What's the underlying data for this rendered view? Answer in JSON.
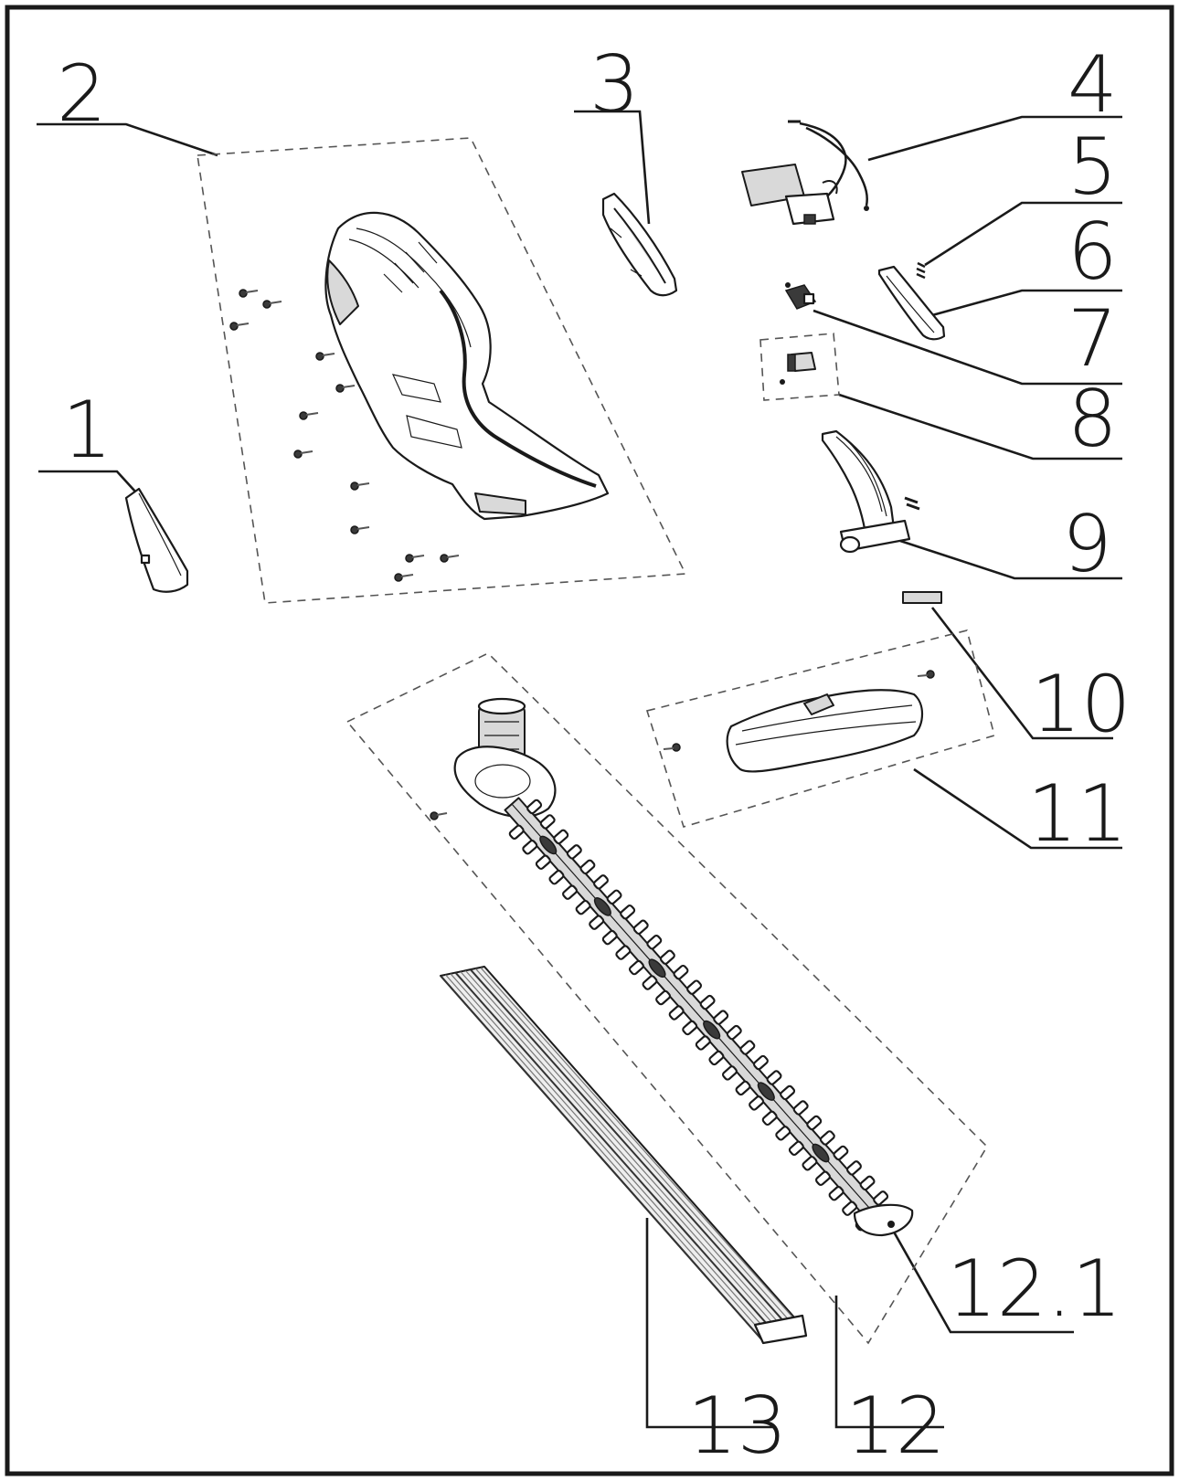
{
  "diagram": {
    "callouts": [
      {
        "id": "1",
        "label": "1"
      },
      {
        "id": "2",
        "label": "2"
      },
      {
        "id": "3",
        "label": "3"
      },
      {
        "id": "4",
        "label": "4"
      },
      {
        "id": "5",
        "label": "5"
      },
      {
        "id": "6",
        "label": "6"
      },
      {
        "id": "7",
        "label": "7"
      },
      {
        "id": "8a",
        "label": "8"
      },
      {
        "id": "8b",
        "label": "8"
      },
      {
        "id": "9",
        "label": "9"
      },
      {
        "id": "10",
        "label": "10"
      },
      {
        "id": "11",
        "label": "11"
      },
      {
        "id": "12.1",
        "label": "12.1"
      },
      {
        "id": "13",
        "label": "13"
      },
      {
        "id": "12",
        "label": "12"
      }
    ]
  }
}
